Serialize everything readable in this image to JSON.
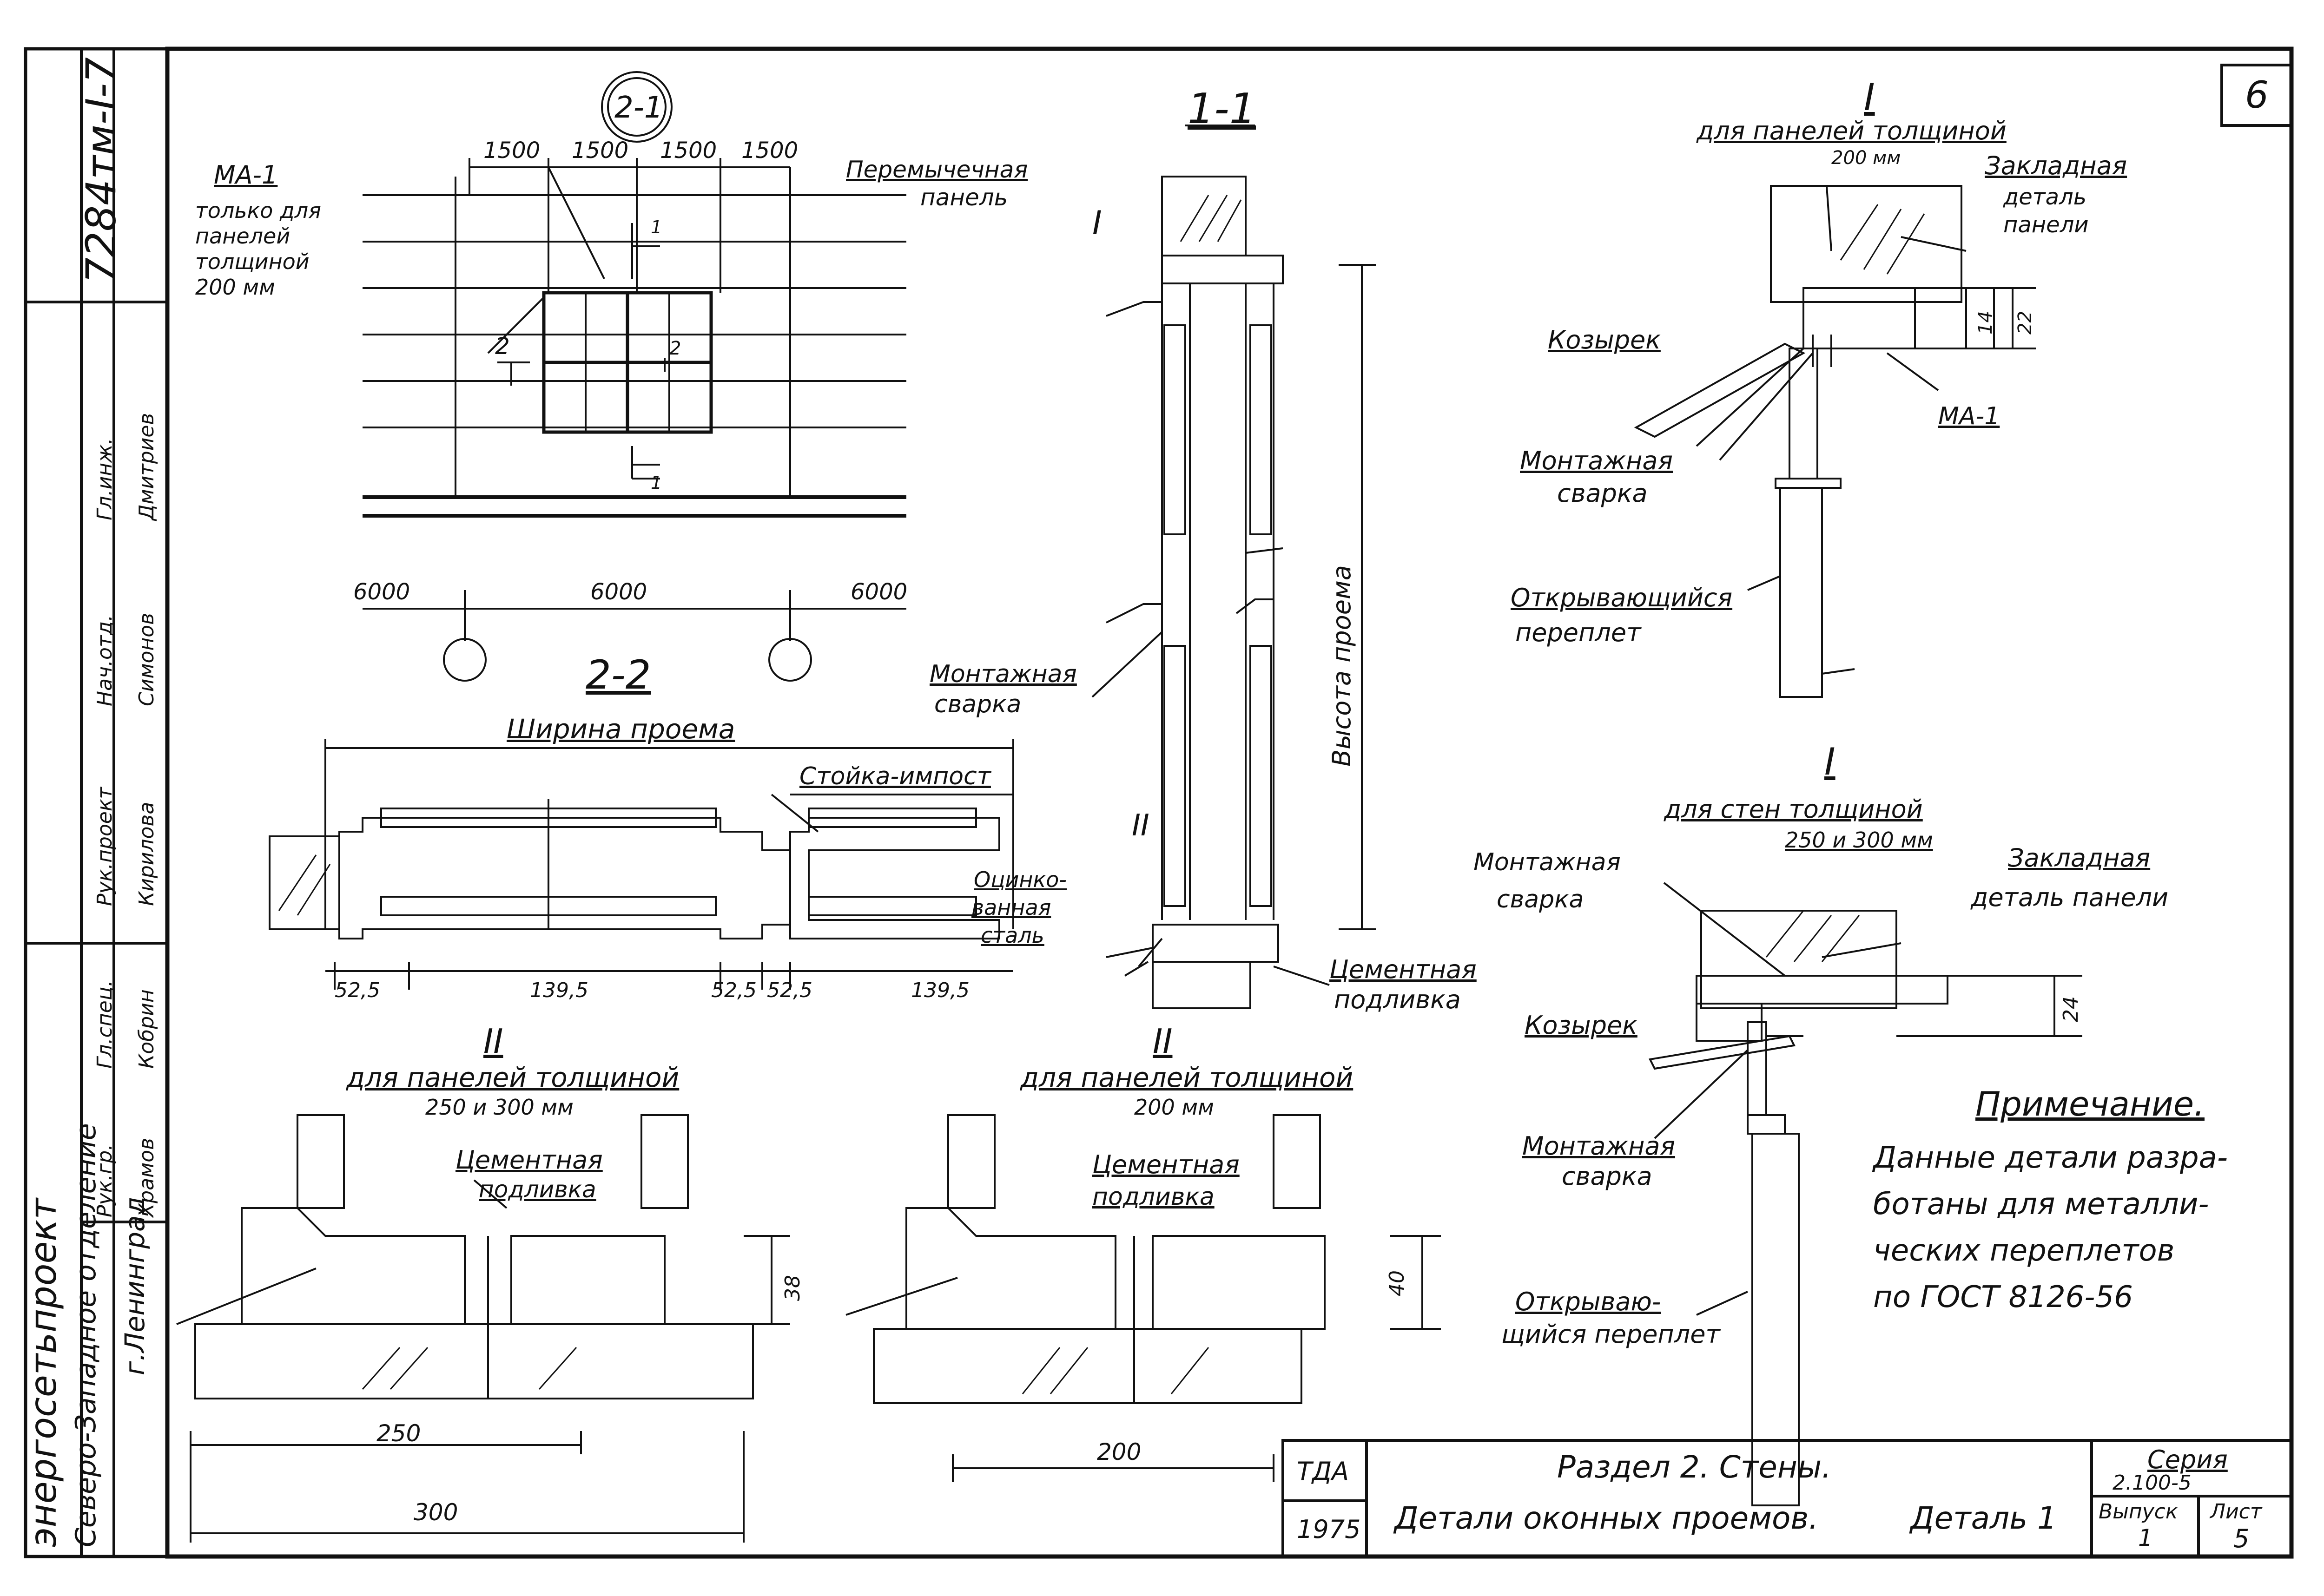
{
  "sheet_number": "6",
  "side_stamp": {
    "doc_code": "7284тм-I-7",
    "org": "энергосетьпроект",
    "branch": "Северо-Западное отделение",
    "city": "г.Ленинград",
    "roles": [
      "Рук.гр.",
      "Гл.спец.",
      "Рук.проект",
      "Нач.отд.",
      "Гл.инж."
    ],
    "names": [
      "Храмов",
      "Кобрин",
      "Кирилова",
      "Симонов",
      "Дмитриев"
    ]
  },
  "plan_2_1": {
    "tag": "2-1",
    "dims": [
      "1500",
      "1500",
      "1500",
      "1500"
    ],
    "bottom_dims": [
      "6000",
      "6000",
      "6000"
    ],
    "note_title": "МА-1",
    "note_text": [
      "только для",
      "панелей",
      "толщиной",
      "200 мм"
    ],
    "label_panel": [
      "Перемычечная",
      "панель"
    ],
    "cut_marks": [
      "1",
      "2",
      "2",
      "1"
    ]
  },
  "section_2_2": {
    "title": "2-2",
    "width_label": "Ширина проема",
    "label_stoika": "Стойка-импост",
    "dims": [
      "52,5",
      "139,5",
      "52,5",
      "52,5",
      "139,5"
    ]
  },
  "section_1_1": {
    "title": "1-1",
    "mark_top": "I",
    "mark_bottom": "II",
    "height_label": "Высота проема",
    "label_weld": [
      "Монтажная",
      "сварка"
    ],
    "label_zinc": [
      "Оцинко-",
      "ванная",
      "сталь"
    ],
    "label_cement": [
      "Цементная",
      "подливка"
    ]
  },
  "detail_I_top": {
    "mark": "I",
    "caption": "для панелей толщиной",
    "thickness": "200 мм",
    "label_embed": [
      "Закладная",
      "деталь",
      "панели"
    ],
    "label_visor": "Козырек",
    "label_weld": [
      "Монтажная",
      "сварка"
    ],
    "label_ma": "МА-1",
    "label_sash": [
      "Открывающийся",
      "переплет"
    ],
    "dims": [
      "14",
      "22"
    ]
  },
  "detail_I_bottom": {
    "mark": "I",
    "caption": "для стен толщиной",
    "thickness": "250 и 300 мм",
    "label_weld_top": [
      "Монтажная",
      "сварка"
    ],
    "label_embed": [
      "Закладная",
      "деталь панели"
    ],
    "label_visor": "Козырек",
    "label_weld": [
      "Монтажная",
      "сварка"
    ],
    "label_sash": [
      "Открываю-",
      "щийся переплет"
    ],
    "dim": "24"
  },
  "detail_II_left": {
    "mark": "II",
    "caption": "для панелей толщиной",
    "thickness": "250 и 300 мм",
    "label_cement": [
      "Цементная",
      "подливка"
    ],
    "dims": [
      "250",
      "300",
      "38"
    ]
  },
  "detail_II_mid": {
    "mark": "II",
    "caption": "для панелей толщиной",
    "thickness": "200 мм",
    "label_cement": [
      "Цементная",
      "подливка"
    ],
    "dims": [
      "200",
      "40"
    ]
  },
  "note": {
    "title": "Примечание.",
    "lines": [
      "Данные детали разра-",
      "ботаны для металли-",
      "ческих переплетов",
      "по ГОСТ 8126-56"
    ]
  },
  "title_block": {
    "org": "ТДА",
    "year": "1975",
    "line1": "Раздел 2. Стены.",
    "line2": "Детали оконных проемов.",
    "detail": "Деталь 1",
    "series_label": "Серия",
    "series": "2.100-5",
    "issue_label": "Выпуск",
    "issue": "1",
    "sheet_label": "Лист",
    "sheet": "5"
  }
}
